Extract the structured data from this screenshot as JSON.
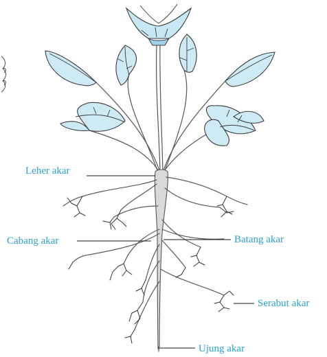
{
  "labels": {
    "leher_akar": "Leher akar",
    "cabang_akar": "Cabang akar",
    "batang_akar": "Batang akar",
    "serabut_akar": "Serabut akar",
    "ujung_akar": "Ujung akar"
  },
  "colors": {
    "label_text": "#2aa2cf",
    "leaf_fill": "#cdeaf5",
    "flower_fill": "#c6e7f3"
  }
}
